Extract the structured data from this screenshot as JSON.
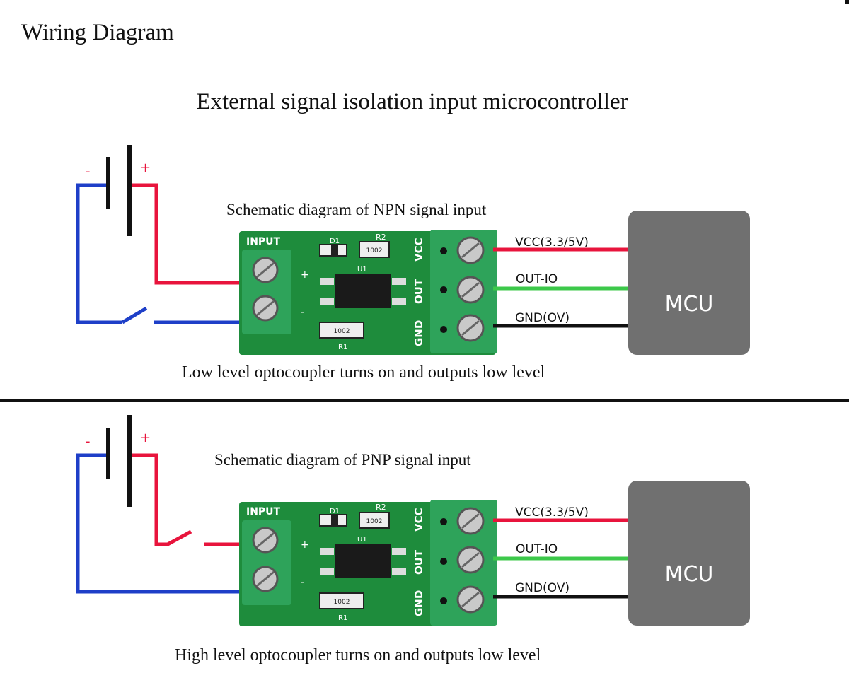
{
  "page": {
    "title": "Wiring Diagram",
    "subtitle": "External signal isolation input microcontroller"
  },
  "colors": {
    "positive_wire": "#e8143c",
    "negative_wire": "#1e3fc8",
    "gnd_wire": "#111111",
    "io_wire": "#3cc84a",
    "pcb": "#1e8c3c",
    "terminal": "#2ea35a",
    "mcu": "#707070"
  },
  "npn": {
    "title": "Schematic diagram of NPN signal input",
    "caption": "Low level optocoupler turns on and outputs low level",
    "battery_minus": "-",
    "battery_plus": "+",
    "board": {
      "input_label": "INPUT",
      "plus": "+",
      "minus": "-",
      "d1": "D1",
      "r2": "R2",
      "r2_code": "1002",
      "r1": "R1",
      "r1_code": "1002",
      "u1": "U1",
      "vcc": "VCC",
      "out": "OUT",
      "gnd": "GND"
    },
    "wires": {
      "vcc": "VCC(3.3/5V)",
      "out": "OUT-IO",
      "gnd": "GND(OV)"
    },
    "mcu": "MCU"
  },
  "pnp": {
    "title": "Schematic diagram of PNP signal input",
    "caption": "High level optocoupler turns on and outputs low level",
    "battery_minus": "-",
    "battery_plus": "+",
    "board": {
      "input_label": "INPUT",
      "plus": "+",
      "minus": "-",
      "d1": "D1",
      "r2": "R2",
      "r2_code": "1002",
      "r1": "R1",
      "r1_code": "1002",
      "u1": "U1",
      "vcc": "VCC",
      "out": "OUT",
      "gnd": "GND"
    },
    "wires": {
      "vcc": "VCC(3.3/5V)",
      "out": "OUT-IO",
      "gnd": "GND(OV)"
    },
    "mcu": "MCU"
  }
}
